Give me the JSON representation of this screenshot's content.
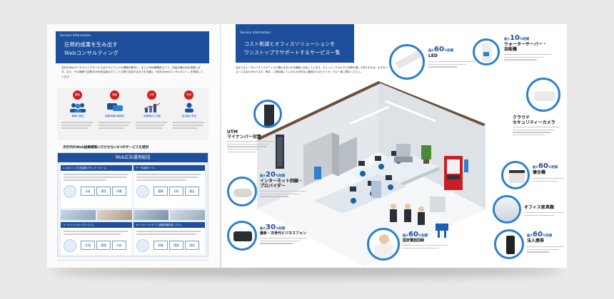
{
  "left_page": {
    "header": {
      "label": "Service Information",
      "title_line1": "圧倒的成果を生み出す",
      "title_line2": "Webコンサルティング"
    },
    "intro": "当社のWebマーケティングサービスはクライアントの課題を解決し、正しいWeb戦略を立てて、利益の最大化を実現します。また、その過程で企業のWeb担当者の方と二人三脚で自走するまでを支援し「社内のWebコンサルタント」を育成しています。",
    "steps": [
      {
        "badge": "集客",
        "icon": "users-icon",
        "label": "集客の強化"
      },
      {
        "badge": "接客",
        "icon": "chat-bubble-icon",
        "label": "顧客体験の最適化"
      },
      {
        "badge": "分析",
        "icon": "bar-chart-icon",
        "label": "効果測定と改善"
      },
      {
        "badge": "育成",
        "icon": "person-icon",
        "label": "担当者の育成"
      }
    ],
    "section_heading": "次世代のWeb組織構築に欠かせない4つのサービスを提供",
    "services_panel": {
      "title": "Web広告運用総括",
      "items": [
        {
          "title": "レスポンシブ広告運用プラットフォーム",
          "tags": [
            "分析",
            "運用",
            "改善"
          ]
        },
        {
          "title": "データ活用ツール",
          "tags": [
            "連携",
            "分析",
            "報告"
          ]
        },
        {
          "title": "コールトラッキングシステム",
          "tags": [
            "計測",
            "管理",
            "分析"
          ]
        },
        {
          "title": "サイトパーソナライズ 顧客体験改善システム",
          "tags": [
            "改善",
            "提案",
            "育成"
          ]
        }
      ]
    }
  },
  "right_page": {
    "header": {
      "label": "Service Information",
      "title_line1": "コスト削減とオフィスソリューションを",
      "title_line2": "ワンストップでサポートするサービス一覧"
    },
    "intro": "当社ではトータルコストでオフィスに関わるあらゆる機能に対応しています。ちょっとしたものでも中間を通して仲介すれば、大きなコストに生まれかわります。毎月、ご使用頂いているものが本当に最適なものかどうか、ぜひ一度ご検討ください。",
    "callouts": [
      {
        "id": "led",
        "badge": "最大",
        "pct": "60",
        "unit": "%削減",
        "name_lines": [
          "LED"
        ]
      },
      {
        "id": "water",
        "badge": "最大",
        "pct": "10",
        "unit": "%削減",
        "name_lines": [
          "ウォーターサーバー・",
          "自販機"
        ]
      },
      {
        "id": "camera",
        "badge": "",
        "pct": "",
        "unit": "",
        "name_lines": [
          "クラウド",
          "セキュリティーカメラ"
        ]
      },
      {
        "id": "utm",
        "badge": "",
        "pct": "",
        "unit": "",
        "name_lines": [
          "UTM",
          "マイナンバー対策"
        ]
      },
      {
        "id": "copier",
        "badge": "最大",
        "pct": "60",
        "unit": "%削減",
        "name_lines": [
          "複合機"
        ]
      },
      {
        "id": "internet",
        "badge": "最大",
        "pct": "20",
        "unit": "%削減",
        "name_lines": [
          "インターネット回線・",
          "プロバイダー"
        ]
      },
      {
        "id": "furniture",
        "badge": "",
        "pct": "",
        "unit": "",
        "name_lines": [
          "オフィス家具類"
        ]
      },
      {
        "id": "phone",
        "badge": "最大",
        "pct": "30",
        "unit": "%削減",
        "name_lines": [
          "最新・次世代ビジネスフォン"
        ]
      },
      {
        "id": "line",
        "badge": "最大",
        "pct": "60",
        "unit": "%削減",
        "name_lines": [
          "固定電話回線"
        ]
      },
      {
        "id": "mobile",
        "badge": "最大",
        "pct": "60",
        "unit": "%削減",
        "name_lines": [
          "法人携帯"
        ]
      }
    ]
  },
  "colors": {
    "brand_blue": "#1d4f9c",
    "accent_red": "#cc1f24",
    "ring_blue": "#2d7fd0"
  }
}
